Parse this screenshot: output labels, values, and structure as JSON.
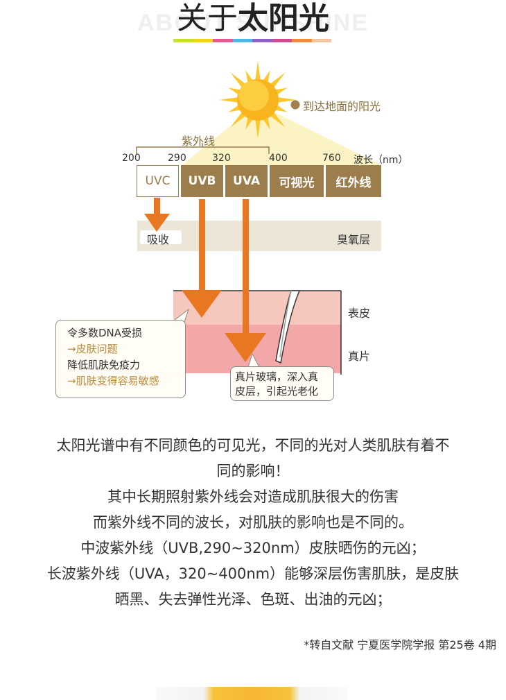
{
  "header": {
    "title_light": "关于",
    "title_bold": "太阳光",
    "subtitle_en": "ABOUT SUNSHINE",
    "rainbow_colors": [
      "#c8de3a",
      "#f2d128",
      "#e45a8e",
      "#4cb8e6",
      "#8e62c8",
      "#d04a90",
      "#f08c3c",
      "#f5c4a0"
    ]
  },
  "diagram": {
    "sun_label": "到达地面的阳光",
    "uv_group_label": "紫外线",
    "wavelength_label": "波长（nm）",
    "ticks": [
      "200",
      "290",
      "320",
      "400",
      "760"
    ],
    "bands": [
      "UVC",
      "UVB",
      "UVA",
      "可视光",
      "红外线"
    ],
    "absorb_label": "吸收",
    "ozone_label": "臭氧层",
    "skin_layers": {
      "epidermis": "表皮",
      "dermis": "真片"
    },
    "left_note": {
      "line1": "令多数DNA受损",
      "line2": "→皮肤问题",
      "line3": "降低肌肤免疫力",
      "line4": "→肌肤变得容易敏感"
    },
    "right_note": {
      "line1": "真片玻璃，深入真",
      "line2": "皮层，引起光老化"
    },
    "colors": {
      "brown": "#9c7d4c",
      "orange": "#e87722",
      "ozone": "#ebe6d8",
      "epidermis": "#f6c7bd",
      "dermis": "#f4a7a8",
      "sun_ray": "#fbf3c4"
    }
  },
  "body": {
    "lines": [
      "太阳光谱中有不同颜色的可见光，不同的光对人类肌肤有着不",
      "同的影响！",
      "其中长期照射紫外线会对造成肌肤很大的伤害",
      "而紫外线不同的波长，对肌肤的影响也是不同的。",
      "中波紫外线（UVB,290~320nm）皮肤晒伤的元凶；",
      "长波紫外线（UVA，320~400nm）能够深层伤害肌肤，是皮肤",
      "晒黑、失去弹性光泽、色斑、出油的元凶；"
    ],
    "source": "*转自文献 宁夏医学院学报  第25卷 4期"
  }
}
